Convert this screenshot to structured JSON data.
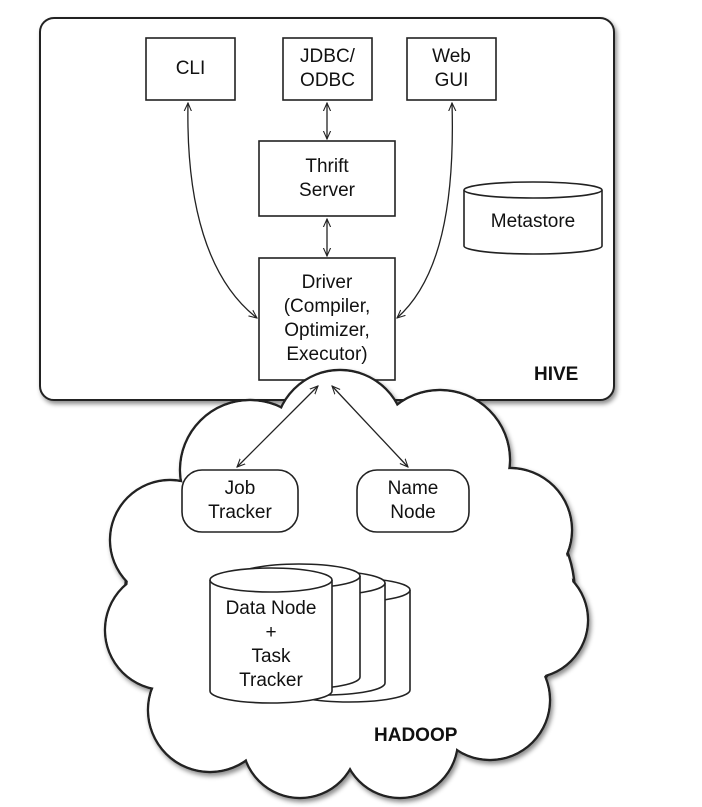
{
  "hive": {
    "label": "HIVE",
    "cli": "CLI",
    "jdbc": "JDBC/\nODBC",
    "web_gui": "Web\nGUI",
    "thrift": "Thrift\nServer",
    "metastore": "Metastore",
    "driver": "Driver\n(Compiler,\nOptimizer,\nExecutor)"
  },
  "hadoop": {
    "label": "HADOOP",
    "job_tracker": "Job\nTracker",
    "name_node": "Name\nNode",
    "data_node": "Data Node\n+\nTask\nTracker"
  }
}
